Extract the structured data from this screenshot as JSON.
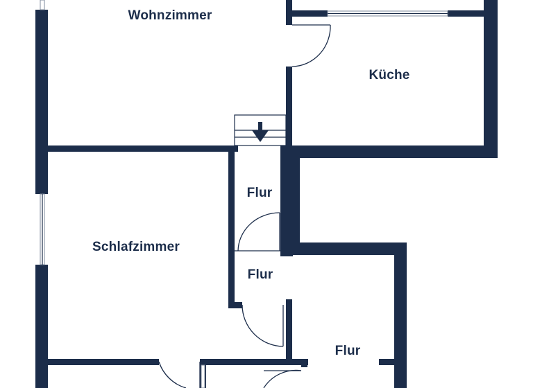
{
  "floorplan": {
    "rooms": [
      {
        "key": "wohnzimmer",
        "label": "Wohnzimmer"
      },
      {
        "key": "kueche",
        "label": "Küche"
      },
      {
        "key": "flur1",
        "label": "Flur"
      },
      {
        "key": "schlafzimmer",
        "label": "Schlafzimmer"
      },
      {
        "key": "flur2",
        "label": "Flur"
      },
      {
        "key": "flur3",
        "label": "Flur"
      }
    ],
    "entry_arrow_icon": "arrow-down-icon",
    "colors": {
      "wall": "#1c2d4a",
      "background": "#ffffff",
      "window": "#7f8b9c"
    }
  }
}
